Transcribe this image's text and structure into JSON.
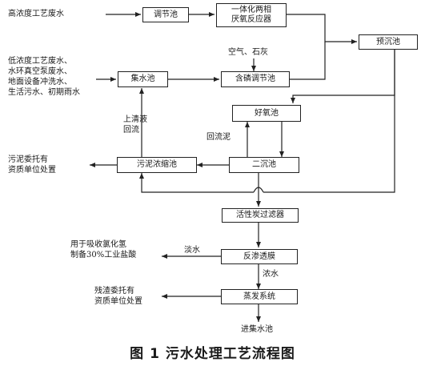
{
  "boxes": {
    "regulating_tank": "调节池",
    "anaerobic_reactor": "一体化两相\n厌氧反应器",
    "pre_settling_tank": "预沉池",
    "collection_tank": "集水池",
    "phosphorus_adjust_tank": "含磷调节池",
    "aerobic_tank": "好氧池",
    "sludge_thickener": "污泥浓缩池",
    "secondary_clarifier": "二沉池",
    "activated_carbon_filter": "活性炭过滤器",
    "reverse_osmosis": "反渗透膜",
    "evaporation_system": "蒸发系统"
  },
  "labels": {
    "high_conc_wastewater": "高浓度工艺废水",
    "low_conc_sources": "低浓度工艺废水、\n水环真空泵废水、\n地面设备冲洗水、\n生活污水、初期雨水",
    "air_lime": "空气、石灰",
    "supernatant_return": "上清液\n回流",
    "return_sludge": "回流泥",
    "sludge_disposal": "污泥委托有\n资质单位处置",
    "hcl_use": "用于吸收氯化氢\n制备30%工业盐酸",
    "dilute_water": "淡水",
    "concentrate_water": "浓水",
    "residue_disposal": "残渣委托有\n资质单位处置",
    "to_collection_tank": "进集水池"
  },
  "caption": "图 1  污水处理工艺流程图"
}
